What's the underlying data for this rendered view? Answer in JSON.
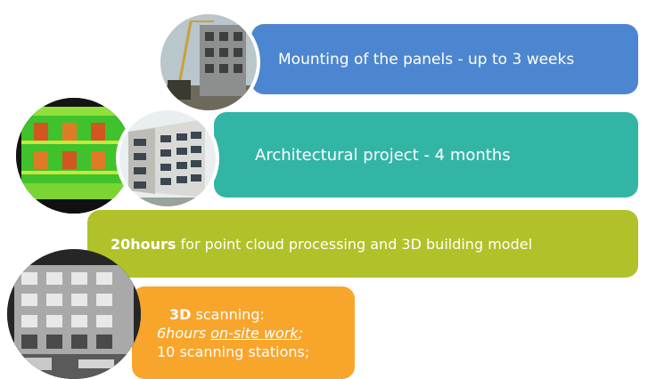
{
  "steps": {
    "mounting": "Mounting of the panels - up to 3 weeks",
    "architectural": "Architectural project -  4 months",
    "cloud_bold": "20hours",
    "cloud_rest": " for point cloud processing  and 3D building model",
    "scan_bold": "3D",
    "scan_title_rest": " scanning:",
    "scan_hours": "6hours",
    "scan_space": " ",
    "scan_onsite": "on-site work",
    "scan_semicolon": ";",
    "scan_stations": "10 scanning stations;"
  },
  "colors": {
    "mounting": "#4d86d0",
    "architectural": "#33b5a6",
    "cloud": "#b0c12a",
    "scanning": "#f8a52c"
  }
}
